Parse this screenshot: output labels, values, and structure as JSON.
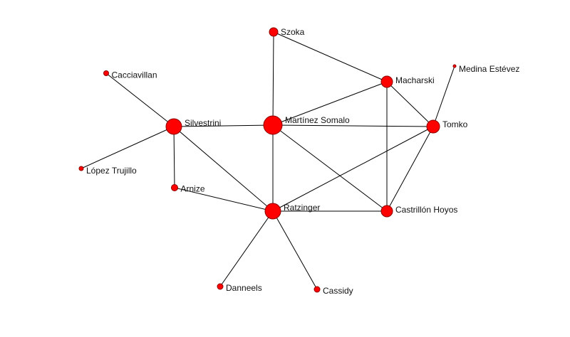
{
  "diagram": {
    "type": "network-graph",
    "node_color": "#ff0000",
    "edge_color": "#000000",
    "nodes": [
      {
        "id": "szoka",
        "label": "Szoka"
      },
      {
        "id": "cacciavillan",
        "label": "Cacciavillan"
      },
      {
        "id": "macharski",
        "label": "Macharski"
      },
      {
        "id": "medina",
        "label": "Medina Estévez"
      },
      {
        "id": "silvestrini",
        "label": "Silvestrini"
      },
      {
        "id": "martinez",
        "label": "Martínez Somalo"
      },
      {
        "id": "tomko",
        "label": "Tomko"
      },
      {
        "id": "lopez",
        "label": "López Trujillo"
      },
      {
        "id": "arinze",
        "label": "Arnize"
      },
      {
        "id": "ratzinger",
        "label": "Ratzinger"
      },
      {
        "id": "castrillon",
        "label": "Castrillón Hoyos"
      },
      {
        "id": "danneels",
        "label": "Danneels"
      },
      {
        "id": "cassidy",
        "label": "Cassidy"
      }
    ],
    "edges": [
      [
        "szoka",
        "martinez"
      ],
      [
        "szoka",
        "macharski"
      ],
      [
        "cacciavillan",
        "silvestrini"
      ],
      [
        "silvestrini",
        "lopez"
      ],
      [
        "silvestrini",
        "martinez"
      ],
      [
        "silvestrini",
        "arinze"
      ],
      [
        "silvestrini",
        "ratzinger"
      ],
      [
        "arinze",
        "ratzinger"
      ],
      [
        "martinez",
        "macharski"
      ],
      [
        "martinez",
        "tomko"
      ],
      [
        "martinez",
        "ratzinger"
      ],
      [
        "martinez",
        "castrillon"
      ],
      [
        "macharski",
        "tomko"
      ],
      [
        "macharski",
        "castrillon"
      ],
      [
        "medina",
        "tomko"
      ],
      [
        "tomko",
        "ratzinger"
      ],
      [
        "tomko",
        "castrillon"
      ],
      [
        "ratzinger",
        "castrillon"
      ],
      [
        "ratzinger",
        "danneels"
      ],
      [
        "ratzinger",
        "cassidy"
      ]
    ]
  }
}
